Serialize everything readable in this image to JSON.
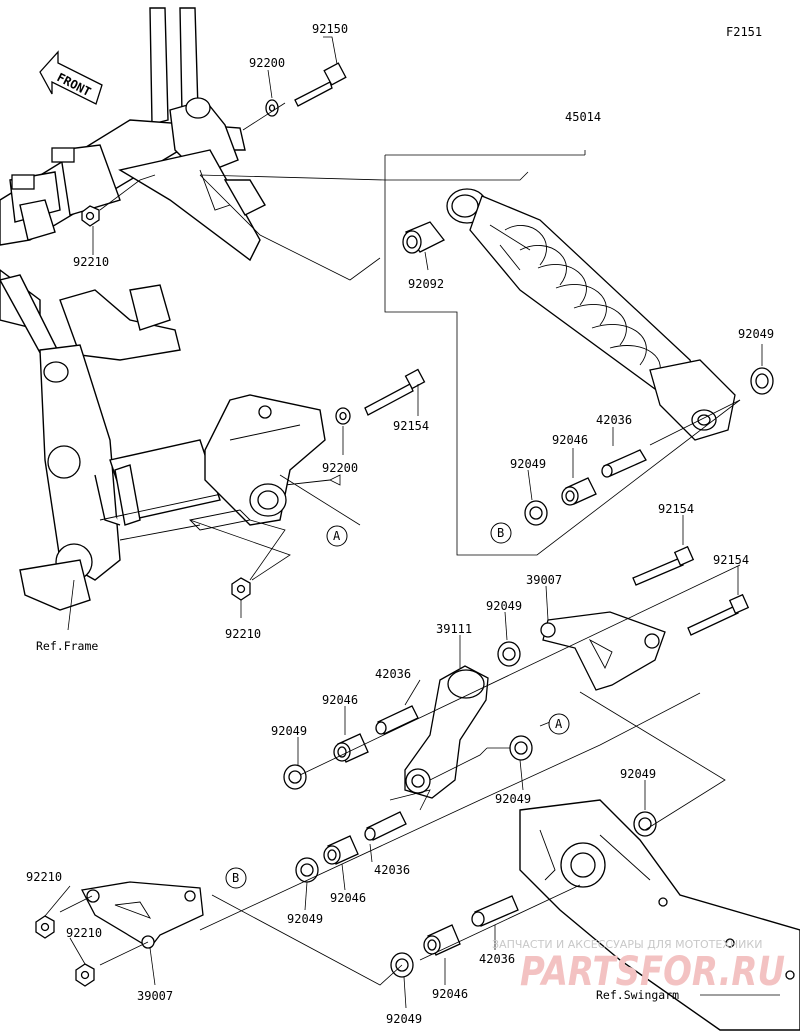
{
  "figure_code": "F2151",
  "front_marker": "FRONT",
  "references": {
    "frame": "Ref.Frame",
    "swingarm": "Ref.Swingarm"
  },
  "callouts": {
    "a": "A",
    "b": "B"
  },
  "part_numbers": {
    "shock_absorber": "45014",
    "bolt_top": "92150",
    "washer_top": "92200",
    "nut_top": "92210",
    "collar_top": "92092",
    "seal_shock_right": "92049",
    "sleeve_shock": "42036",
    "bearing_shock": "92046",
    "seal_shock_left": "92049",
    "bolt_mid": "92154",
    "washer_mid": "92200",
    "nut_mid": "92210",
    "bolt_rod_1": "92154",
    "bolt_rod_2": "92154",
    "rod_right": "39007",
    "seal_rod_right": "92049",
    "arm_rocker": "39111",
    "sleeve_arm_upper": "42036",
    "bearing_arm_upper": "92046",
    "seal_arm_upper": "92049",
    "seal_arm_mid": "92049",
    "seal_swingarm": "92049",
    "seal_arm_lower": "92049",
    "bearing_arm_lower": "92046",
    "sleeve_arm_lower": "42036",
    "nut_rod_1": "92210",
    "nut_rod_2": "92210",
    "rod_left": "39007",
    "sleeve_swingarm": "42036",
    "bearing_swingarm": "92046",
    "seal_swingarm_lower": "92049"
  },
  "watermark": {
    "caption": "ЗАПЧАСТИ И АКСЕССУАРЫ ДЛЯ МОТОТЕХНИКИ",
    "brand": "PARTSFOR.RU"
  }
}
